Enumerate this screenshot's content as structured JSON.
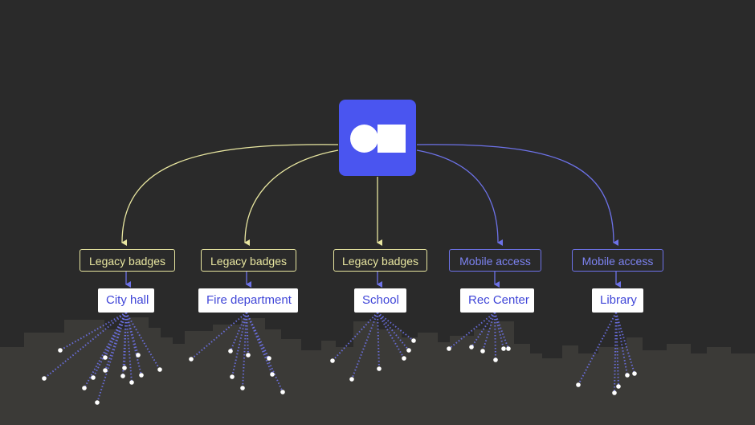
{
  "colors": {
    "background": "#2a2a2a",
    "skyline": "#3b3a37",
    "hub": "#4a55f0",
    "legacy": "#e8e6a0",
    "mobile": "#6d72e8",
    "place_text": "#4046d8"
  },
  "hub": {
    "icon": "circle-square-logo-icon"
  },
  "branches": [
    {
      "access": "Legacy badges",
      "kind": "legacy",
      "place": "City hall"
    },
    {
      "access": "Legacy badges",
      "kind": "legacy",
      "place": "Fire department"
    },
    {
      "access": "Legacy badges",
      "kind": "legacy",
      "place": "School"
    },
    {
      "access": "Mobile access",
      "kind": "mobile",
      "place": "Rec Center"
    },
    {
      "access": "Mobile access",
      "kind": "mobile",
      "place": "Library"
    }
  ]
}
